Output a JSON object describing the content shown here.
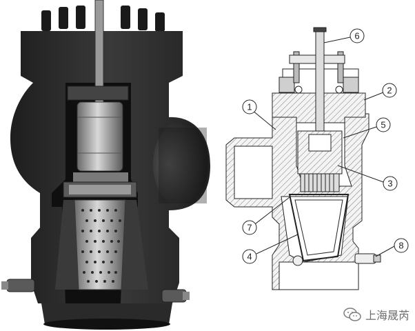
{
  "figure": {
    "left_view": "photo-cutaway-valve",
    "right_view": "cross-section-drawing"
  },
  "callouts": [
    {
      "id": "1",
      "label": "1"
    },
    {
      "id": "2",
      "label": "2"
    },
    {
      "id": "3",
      "label": "3"
    },
    {
      "id": "4",
      "label": "4"
    },
    {
      "id": "5",
      "label": "5"
    },
    {
      "id": "6",
      "label": "6"
    },
    {
      "id": "7",
      "label": "7"
    },
    {
      "id": "8",
      "label": "8"
    }
  ],
  "watermark": {
    "text": "上海晟芮",
    "icon": "wechat-icon"
  },
  "colors": {
    "body_dark": "#2a2a2a",
    "body_mid": "#4a4a4a",
    "metal_light": "#c8c8c8",
    "hatch": "#888888"
  }
}
